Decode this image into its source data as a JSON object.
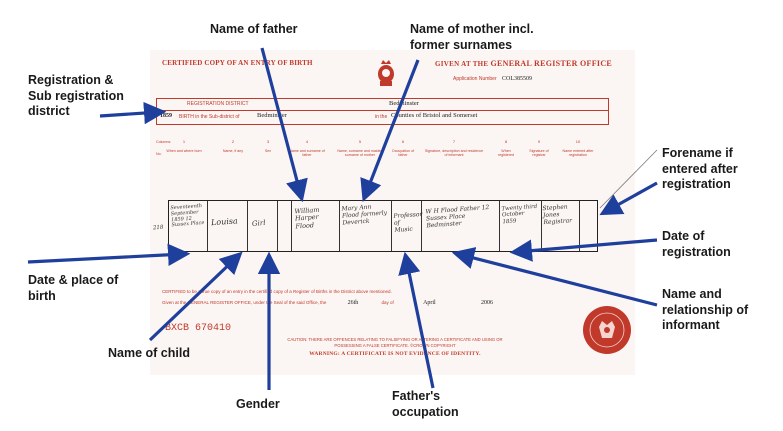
{
  "certificate": {
    "title_left": "CERTIFIED COPY OF AN ENTRY OF BIRTH",
    "title_right_prefix": "GIVEN AT THE",
    "title_right_office": "GENERAL REGISTER OFFICE",
    "application_label": "Application Number",
    "application_number": "COL385509",
    "registration_district_label": "REGISTRATION DISTRICT",
    "registration_district_value": "Bedminster",
    "year": "1859",
    "birth_in_label": "BIRTH in the Sub-district of",
    "subdistrict_value": "Bedminster",
    "in_the_label": "in the",
    "county_value": "Counties of Bristol and Somerset",
    "columns_label": "Columns:",
    "column_numbers": [
      "1",
      "2",
      "3",
      "4",
      "5",
      "6",
      "7",
      "8",
      "9",
      "10"
    ],
    "column_headings": [
      "When and where born",
      "Name, if any",
      "Sex",
      "Name and surname of father",
      "Name, surname and maiden surname of mother",
      "Occupation of father",
      "Signature, description and residence of informant",
      "When registered",
      "Signature of registrar",
      "Name entered after registration"
    ],
    "no_label": "No.",
    "entry": {
      "number": "218",
      "when_where_born": "Seventeenth September 1859 12 Sussex Place",
      "name": "Louisa",
      "sex": "Girl",
      "father": "William Harper Flood",
      "mother": "Mary Ann Flood formerly Deverick",
      "occupation": "Professor of Music",
      "informant": "W H Flood Father 12 Sussex Place Bedminster",
      "registered": "Twenty third October 1859",
      "registrar": "Stephen Jones Registrar"
    },
    "certified_line": "CERTIFIED to be a true copy of an entry in the certified copy of a Register of Births in the District above mentioned.",
    "given_line_prefix": "Given at the GENERAL REGISTER OFFICE, under the Seal of the said Office, the",
    "given_day": "26th",
    "day_of_label": "day of",
    "given_month": "April",
    "given_year": "2006",
    "serial": "BXCB 670410",
    "caution": "CAUTION: THERE ARE OFFENCES RELATING TO FALSIFYING OR ALTERING A CERTIFICATE AND USING OR POSSESSING A FALSE CERTIFICATE. ©CROWN COPYRIGHT",
    "warning": "WARNING: A CERTIFICATE IS NOT EVIDENCE OF IDENTITY.",
    "seal_text": "GENERAL REGISTER OFFICE"
  },
  "annotations": {
    "name_of_father": "Name of father",
    "mother_line1": "Name of mother incl.",
    "mother_line2": "former surnames",
    "registration_line1": "Registration &",
    "registration_line2": "Sub registration",
    "registration_line3": "district",
    "forename_line1": "Forename if",
    "forename_line2": "entered after",
    "forename_line3": "registration",
    "date_reg_line1": "Date of",
    "date_reg_line2": "registration",
    "date_place_line1": "Date & place of",
    "date_place_line2": "birth",
    "name_of_child": "Name of child",
    "informant_line1": "Name and",
    "informant_line2": "relationship of",
    "informant_line3": "informant",
    "gender": "Gender",
    "occupation_line1": "Father's",
    "occupation_line2": "occupation"
  },
  "colors": {
    "arrow": "#1f3f9c",
    "certificate_red": "#c0392b",
    "paper": "#fbf6f3"
  }
}
